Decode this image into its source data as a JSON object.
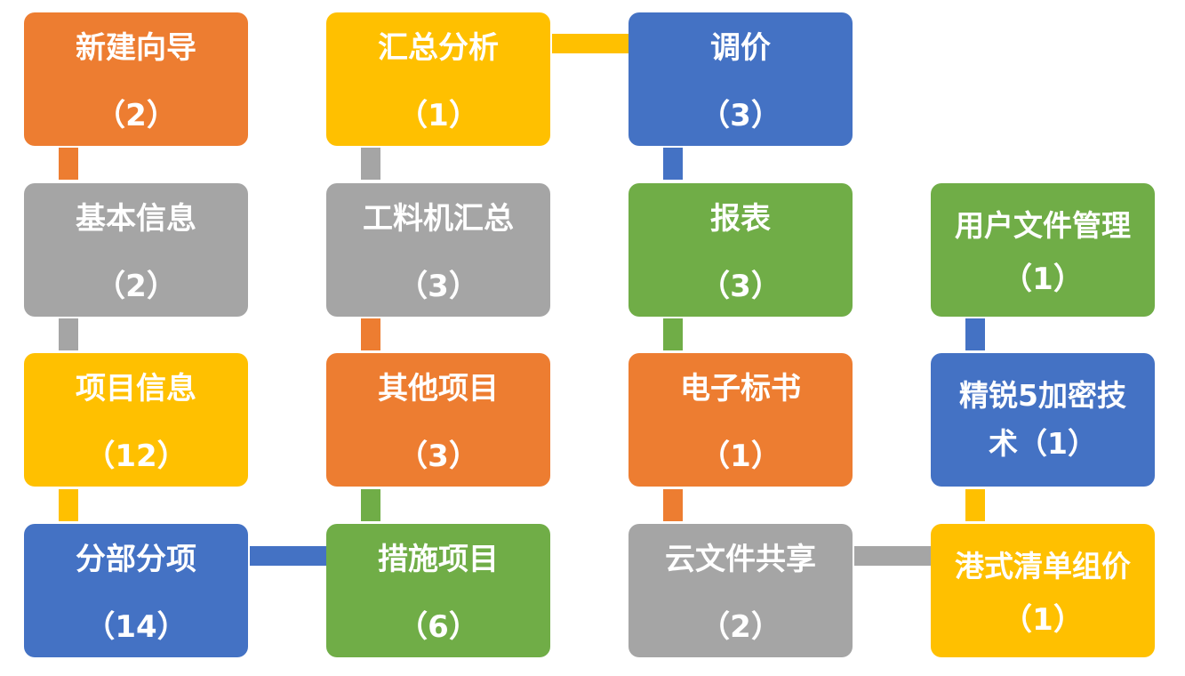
{
  "colors": {
    "orange": "#ED7D31",
    "gold": "#FFC000",
    "blue": "#4472C4",
    "gray": "#A5A5A5",
    "green": "#70AD47"
  },
  "nodes": {
    "xinjian": {
      "title": "新建向导",
      "count": "（2）"
    },
    "jiben": {
      "title": "基本信息",
      "count": "（2）"
    },
    "xiangmu": {
      "title": "项目信息",
      "count": "（12）"
    },
    "fenbu": {
      "title": "分部分项",
      "count": "（14）"
    },
    "huizong": {
      "title": "汇总分析",
      "count": "（1）"
    },
    "gongliaoji": {
      "title": "工料机汇总",
      "count": "（3）"
    },
    "qita": {
      "title": "其他项目",
      "count": "（3）"
    },
    "cuoshi": {
      "title": "措施项目",
      "count": "（6）"
    },
    "tiaojia": {
      "title": "调价",
      "count": "（3）"
    },
    "baobiao": {
      "title": "报表",
      "count": "（3）"
    },
    "dianzi": {
      "title": "电子标书",
      "count": "（1）"
    },
    "yunwenjian": {
      "title": "云文件共享",
      "count": "（2）"
    },
    "yonghu": {
      "title": "用户文件管理",
      "count": "（1）"
    },
    "jingrui": {
      "title": "精锐5加密技",
      "title2": "术（1）"
    },
    "gangshi": {
      "title": "港式清单组价",
      "count": "（1）"
    }
  }
}
